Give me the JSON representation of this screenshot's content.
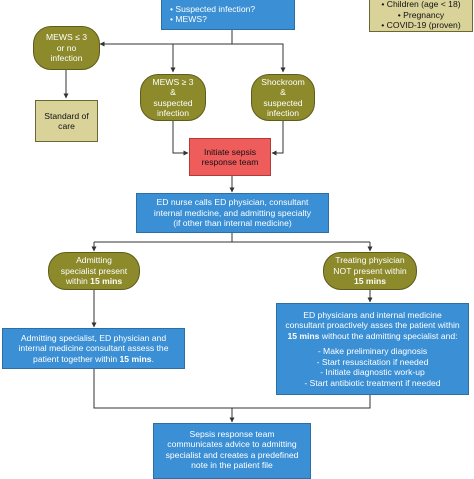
{
  "top_box": {
    "lines": [
      "• Suspected infection?",
      "• MEWS?"
    ]
  },
  "exclusion_box": {
    "lines": [
      "• Children (age < 18)",
      "• Pregnancy",
      "• COVID-19 (proven)"
    ]
  },
  "mews_low": {
    "l1": "MEWS ≤ 3",
    "l2": "or no",
    "l3": "infection"
  },
  "standard_care": {
    "l1": "Standard of",
    "l2": "care"
  },
  "mews_high": {
    "l1": "MEWS ≥ 3",
    "l2": "&",
    "l3": "suspected",
    "l4": "infection"
  },
  "shockroom": {
    "l1": "Shockroom",
    "l2": "&",
    "l3": "suspected",
    "l4": "infection"
  },
  "initiate": {
    "l1": "Initiate sepsis",
    "l2": "response team"
  },
  "ed_nurse": {
    "l1": "ED nurse calls ED physician, consultant",
    "l2": "internal medicine, and admitting specialty",
    "l3": "(if other than internal medicine)"
  },
  "admitting_present": {
    "l1": "Admitting",
    "l2": "specialist present",
    "l3a": "within ",
    "l3b": "15 mins"
  },
  "treating_absent": {
    "l1": "Treating physician",
    "l2": "NOT present within",
    "l3": "15 mins"
  },
  "assess_together": {
    "l1": "Admitting specialist, ED physician and",
    "l2": "internal medicine consultant assess the",
    "l3a": "patient together within ",
    "l3b": "15 mins",
    "l3c": "."
  },
  "proactive": {
    "l1": "ED physicians and internal medicine",
    "l2": "consultant proactively asses the patient within",
    "l3a": "15 mins",
    "l3b": " without the admitting specialist and:",
    "items": [
      "- Make preliminary diagnosis",
      "- Start resuscitation if needed",
      "- Initiate diagnostic work-up",
      "- Start antibiotic treatment if needed"
    ]
  },
  "sepsis_team": {
    "l1": "Sepsis response team",
    "l2": "communicates advice to admitting",
    "l3": "specialist and creates a predefined",
    "l4": "note in the patient file"
  },
  "colors": {
    "process_blue": "#3b8fd4",
    "decision_olive": "#8c8a2b",
    "outcome_khaki": "#d9d39a",
    "alert_red": "#ef5c5c"
  }
}
